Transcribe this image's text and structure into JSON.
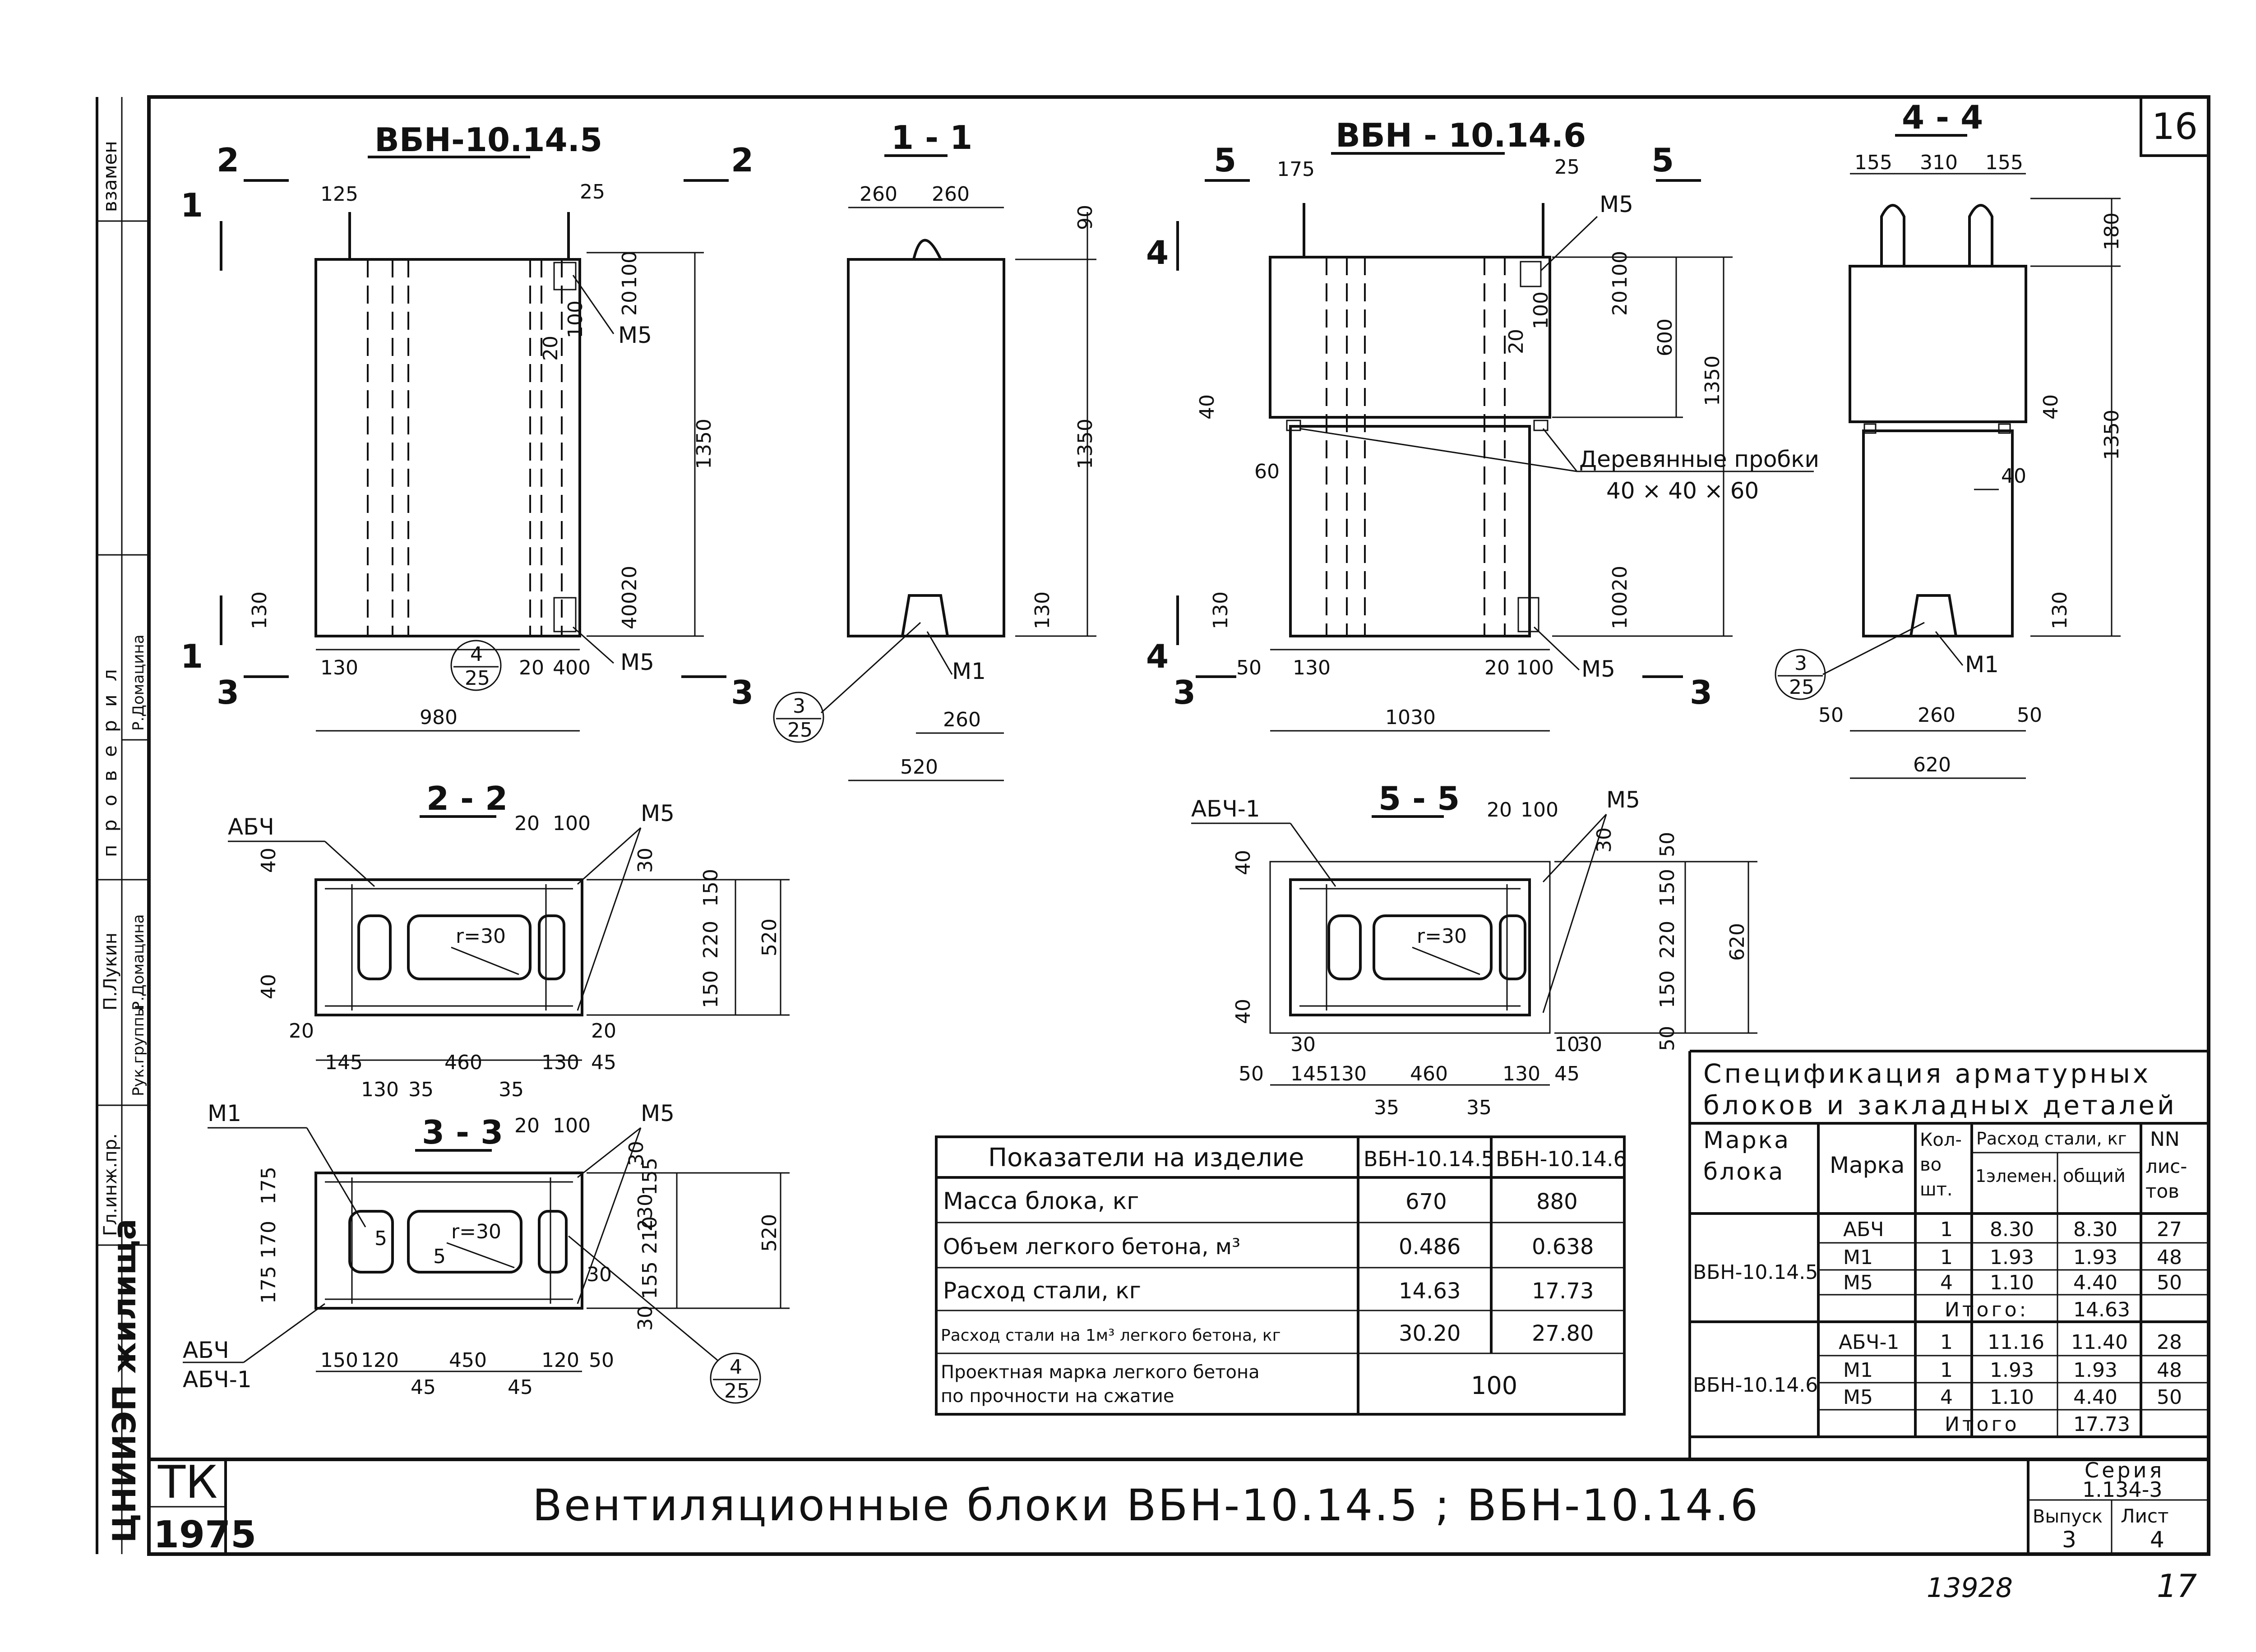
{
  "sheet_number": "16",
  "page_number_bottom": "17",
  "stamp_number": "13928",
  "side_stamp": {
    "zamen": "взамен",
    "proveril": "п р о в е р и л",
    "gl_inzh": "Гл.инж.пр.",
    "ruk_gruppy": "Рук.группы",
    "person1": "П.Лукин",
    "person2": "Р.Домацина",
    "person3": "Р.Домацина",
    "org": "ЦНИИЭП жилища"
  },
  "views": {
    "v1": {
      "title": "ВБН-10.14.5",
      "cut_a": "2",
      "cut_b": "2",
      "cut_left": "1",
      "cut_bottom_l": "3",
      "cut_bottom_r": "3",
      "d125": "125",
      "d25": "25",
      "d100a": "100",
      "d20a": "20",
      "d100b": "100",
      "d20b": "20",
      "d1350": "1350",
      "d20c": "20",
      "d400": "400",
      "d130v": "130",
      "d130": "130",
      "d20d": "20",
      "d400b": "400",
      "d980": "980",
      "m5a": "M5",
      "m5b": "M5",
      "ref_n": "4",
      "ref_d": "25"
    },
    "v2": {
      "title": "1 - 1",
      "d260a": "260",
      "d260b": "260",
      "d90": "90",
      "d1350": "1350",
      "d130": "130",
      "m1": "M1",
      "d260c": "260",
      "d520": "520",
      "ref_n": "3",
      "ref_d": "25"
    },
    "v3": {
      "title": "ВБН - 10.14.6",
      "cut_a": "5",
      "cut_b": "5",
      "cut_left": "4",
      "cut_bottom_l": "3",
      "cut_bottom_r": "3",
      "d175": "175",
      "d25": "25",
      "m5a": "M5",
      "d100a": "100",
      "d20a": "20",
      "d100b": "100",
      "d20b": "20",
      "d600": "600",
      "d1350": "1350",
      "d40": "40",
      "d60": "60",
      "probki_a": "Деревянные пробки",
      "probki_b": "40 × 40 × 60",
      "d130v": "130",
      "d20c": "20",
      "d100c": "100",
      "d50": "50",
      "d130": "130",
      "d20d": "20",
      "d100d": "100",
      "m5b": "M5",
      "d1030": "1030"
    },
    "v4": {
      "title": "4 - 4",
      "d155a": "155",
      "d310": "310",
      "d155b": "155",
      "d180": "180",
      "d1350": "1350",
      "d40a": "40",
      "d40b": "40",
      "d130": "130",
      "m1": "M1",
      "d50a": "50",
      "d260": "260",
      "d50b": "50",
      "d620": "620",
      "ref_n": "3",
      "ref_d": "25"
    },
    "s22": {
      "title": "2 - 2",
      "abch": "АБЧ",
      "m5": "M5",
      "d20a": "20",
      "d100a": "100",
      "d40a": "40",
      "d40b": "40",
      "d30": "30",
      "d150a": "150",
      "d220": "220",
      "d150b": "150",
      "d520": "520",
      "d20b": "20",
      "d20c": "20",
      "d45": "45",
      "d145": "145",
      "d460": "460",
      "d130a": "130",
      "d130b": "130",
      "d35a": "35",
      "d35b": "35",
      "r30": "r=30"
    },
    "s55": {
      "title": "5 - 5",
      "abch": "АБЧ-1",
      "m5": "M5",
      "d20a": "20",
      "d100a": "100",
      "d40a": "40",
      "d40b": "40",
      "d30a": "30",
      "d50a": "50",
      "d150a": "150",
      "d220": "220",
      "d150b": "150",
      "d50b": "50",
      "d620": "620",
      "d30b": "30",
      "d10": "10",
      "d30c": "30",
      "d50c": "50",
      "d145": "145",
      "d130a": "130",
      "d460": "460",
      "d130b": "130",
      "d45": "45",
      "d35a": "35",
      "d35b": "35",
      "r30": "r=30"
    },
    "s33": {
      "title": "3 - 3",
      "m1": "M1",
      "m5": "M5",
      "d20a": "20",
      "d100a": "100",
      "d175a": "175",
      "d170": "170",
      "d175b": "175",
      "d30a": "30",
      "d230": "230",
      "d155a": "155",
      "d210": "210",
      "d155b": "155",
      "d30b": "30",
      "d30c": "30",
      "d520": "520",
      "d5a": "5",
      "d5b": "5",
      "r30": "r=30",
      "abch": "АБЧ",
      "abch1": "АБЧ-1",
      "d150": "150",
      "d120a": "120",
      "d450": "450",
      "d120b": "120",
      "d50": "50",
      "d45a": "45",
      "d45b": "45",
      "ref_n": "4",
      "ref_d": "25"
    }
  },
  "indicators": {
    "header": [
      "Показатели на изделие",
      "ВБН-10.14.5",
      "ВБН-10.14.6"
    ],
    "rows": [
      {
        "label": "Масса блока, кг",
        "a": "670",
        "b": "880"
      },
      {
        "label": "Объем легкого бетона, м³",
        "a": "0.486",
        "b": "0.638"
      },
      {
        "label": "Расход стали, кг",
        "a": "14.63",
        "b": "17.73"
      },
      {
        "label": "Расход стали на 1м³ легкого бетона, кг",
        "a": "30.20",
        "b": "27.80"
      }
    ],
    "last_label_a": "Проектная марка легкого бетона",
    "last_label_b": "по прочности на сжатие",
    "last_value": "100"
  },
  "spec": {
    "title_a": "Спецификация арматурных",
    "title_b": "блоков и закладных деталей",
    "h_block_a": "Марка",
    "h_block_b": "блока",
    "h_mark": "Марка",
    "h_qty_a": "Кол-",
    "h_qty_b": "во",
    "h_qty_c": "шт.",
    "h_steel": "Расход стали, кг",
    "h_el": "1элемен.",
    "h_total": "общий",
    "h_nn": "NN",
    "h_sh_a": "лис-",
    "h_sh_b": "тов",
    "groups": [
      {
        "block": "ВБН-10.14.5",
        "rows": [
          {
            "mark": "АБЧ",
            "qty": "1",
            "el": "8.30",
            "total": "8.30",
            "sheet": "27"
          },
          {
            "mark": "M1",
            "qty": "1",
            "el": "1.93",
            "total": "1.93",
            "sheet": "48"
          },
          {
            "mark": "M5",
            "qty": "4",
            "el": "1.10",
            "total": "4.40",
            "sheet": "50"
          }
        ],
        "itogo_label": "Итого:",
        "itogo": "14.63"
      },
      {
        "block": "ВБН-10.14.6",
        "rows": [
          {
            "mark": "АБЧ-1",
            "qty": "1",
            "el": "11.16",
            "total": "11.40",
            "sheet": "28"
          },
          {
            "mark": "M1",
            "qty": "1",
            "el": "1.93",
            "total": "1.93",
            "sheet": "48"
          },
          {
            "mark": "M5",
            "qty": "4",
            "el": "1.10",
            "total": "4.40",
            "sheet": "50"
          }
        ],
        "itogo_label": "Итого",
        "itogo": "17.73"
      }
    ]
  },
  "title_block": {
    "tk": "ТК",
    "year": "1975",
    "name": "Вентиляционные блоки   ВБН-10.14.5  ;  ВБН-10.14.6",
    "seria_label": "Серия",
    "seria": "1.134-3",
    "vypusk_label": "Выпуск",
    "vypusk": "3",
    "list_label": "Лист",
    "list": "4"
  }
}
